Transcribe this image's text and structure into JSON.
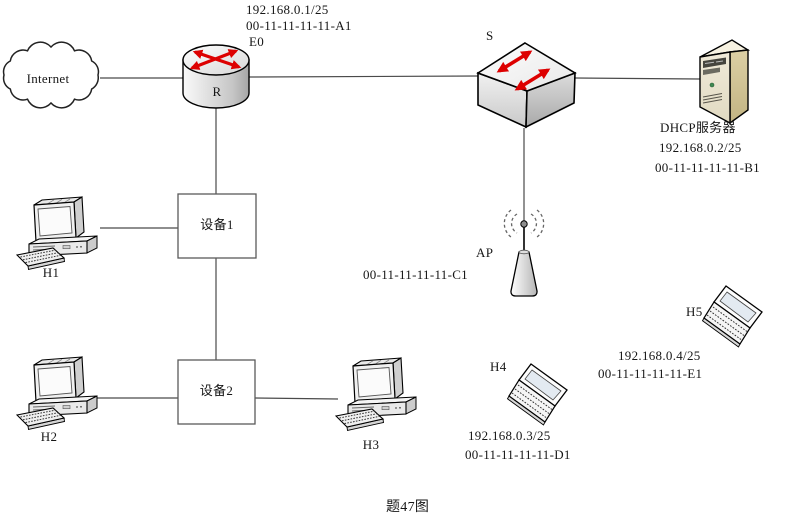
{
  "figure": {
    "caption": "题47图",
    "accent_color": "#dd0000"
  },
  "nodes": {
    "internet": {
      "label": "Internet",
      "icon": "cloud-icon"
    },
    "router": {
      "label": "R",
      "interface": "E0",
      "ip": "192.168.0.1/25",
      "mac": "00-11-11-11-11-A1",
      "icon": "router-icon"
    },
    "switch": {
      "label": "S",
      "icon": "switch-icon"
    },
    "dhcp_server": {
      "name": "DHCP服务器",
      "ip": "192.168.0.2/25",
      "mac": "00-11-11-11-11-B1",
      "icon": "server-tower-icon"
    },
    "ap": {
      "label": "AP",
      "mac": "00-11-11-11-11-C1",
      "icon": "access-point-icon"
    },
    "device1": {
      "label": "设备1",
      "icon": "box-node"
    },
    "device2": {
      "label": "设备2",
      "icon": "box-node"
    },
    "h1": {
      "label": "H1",
      "icon": "desktop-pc-icon"
    },
    "h2": {
      "label": "H2",
      "icon": "desktop-pc-icon"
    },
    "h3": {
      "label": "H3",
      "icon": "desktop-pc-icon"
    },
    "h4": {
      "label": "H4",
      "ip": "192.168.0.3/25",
      "mac": "00-11-11-11-11-D1",
      "icon": "laptop-icon"
    },
    "h5": {
      "label": "H5",
      "ip": "192.168.0.4/25",
      "mac": "00-11-11-11-11-E1",
      "icon": "laptop-icon"
    }
  },
  "links": [
    {
      "from": "internet",
      "to": "router"
    },
    {
      "from": "router",
      "to": "switch"
    },
    {
      "from": "switch",
      "to": "dhcp_server"
    },
    {
      "from": "switch",
      "to": "ap"
    },
    {
      "from": "router",
      "to": "device1"
    },
    {
      "from": "device1",
      "to": "device2"
    },
    {
      "from": "h1",
      "to": "device1"
    },
    {
      "from": "h2",
      "to": "device2"
    },
    {
      "from": "device2",
      "to": "h3"
    }
  ]
}
